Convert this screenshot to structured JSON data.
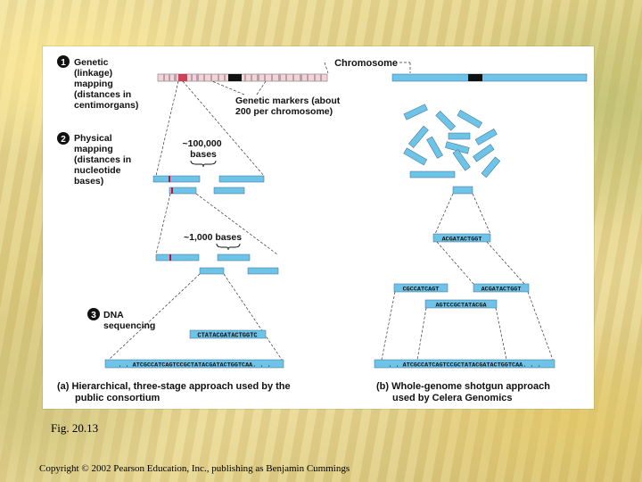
{
  "figure": {
    "step1": {
      "number": "1",
      "lines": [
        "Genetic",
        "(linkage)",
        "mapping",
        "(distances in",
        "centimorgans)"
      ]
    },
    "step2": {
      "number": "2",
      "lines": [
        "Physical",
        "mapping",
        "(distances in",
        "nucleotide",
        "bases)"
      ]
    },
    "step3": {
      "number": "3",
      "lines": [
        "DNA",
        "sequencing"
      ]
    },
    "chromosome_label": "Chromosome",
    "markers_label": [
      "Genetic markers (about",
      "200 per chromosome)"
    ],
    "label_100k": [
      "~100,000",
      "bases"
    ],
    "label_1k": "~1,000 bases",
    "seq_left_fragment": "CTATACGATACTGGTC",
    "seq_left_full": ". . ATCGCCATCAGTCCGCTATACGATACTGGTCAA. . .",
    "seq_right_top": "ACGATACTGGT",
    "seq_right_a": "CGCCATCAGT",
    "seq_right_b": "ACGATACTGGT",
    "seq_right_c": "AGTCCGCTATACGA",
    "seq_right_full": ". . ATCGCCATCAGTCCGCTATACGATACTGGTCAA. . .",
    "caption_a": [
      "(a) Hierarchical, three-stage approach used by the",
      "public consortium"
    ],
    "caption_b": [
      "(b) Whole-genome shotgun approach",
      "used by Celera Genomics"
    ],
    "colors": {
      "segment": "#6ec3e8",
      "marker": "#c8102e",
      "band": "#111111",
      "outline": "#3a6f8a"
    }
  },
  "caption": "Fig. 20.13",
  "copyright": "Copyright © 2002 Pearson Education, Inc., publishing as Benjamin Cummings"
}
